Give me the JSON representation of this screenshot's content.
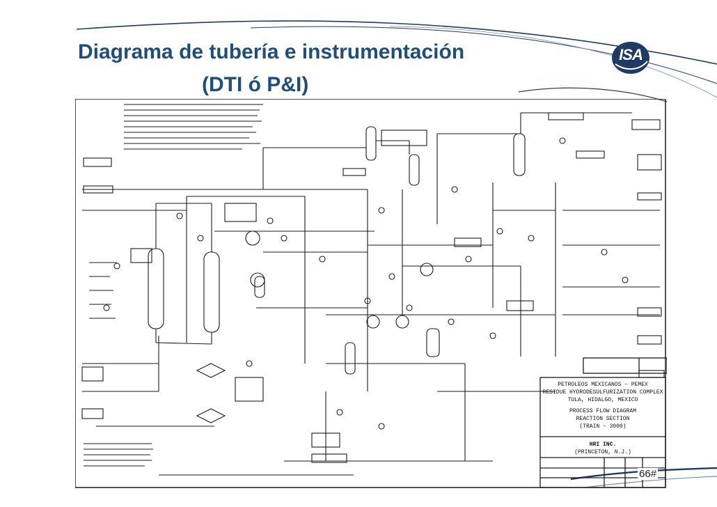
{
  "slide": {
    "title_line1": "Diagrama de tubería e instrumentación",
    "title_line2": "(DTI ó P&I)",
    "logo_text": "ISA",
    "page_number": "66#"
  },
  "title_block": {
    "line1": "PETROLEOS MEXICANOS – PEMEX",
    "line2": "RESIDUE HYDRODESULFURIZATION COMPLEX",
    "line3": "TULA, HIDALGO, MEXICO",
    "line4": "PROCESS FLOW DIAGRAM",
    "line5": "REACTION SECTION",
    "line6": "(TRAIN – 3000)",
    "company": "HRI INC.",
    "city": "(PRINCETON, N.J.)"
  },
  "colors": {
    "title": "#1f4e79",
    "accent_lines": "#1f3b63",
    "drawing_ink": "#1a1a1a"
  }
}
